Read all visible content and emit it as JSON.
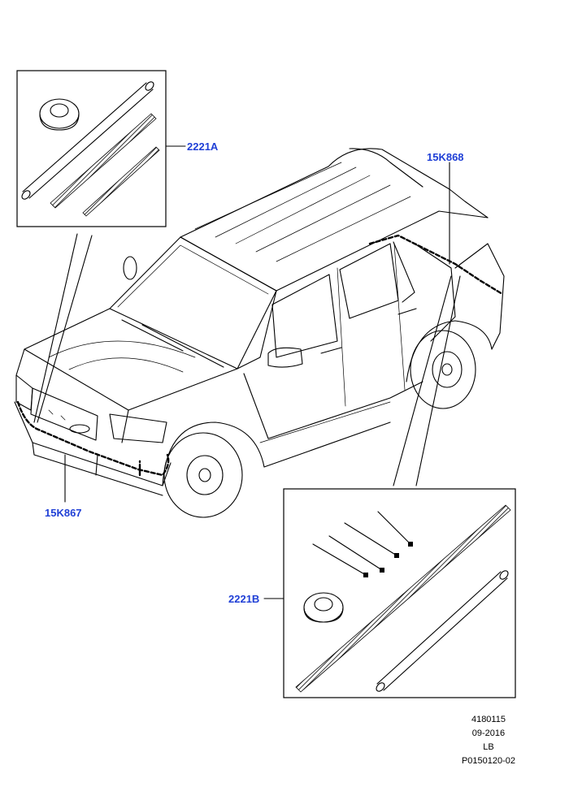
{
  "callouts": {
    "kit_a": {
      "label": "2221A",
      "color": "#1f3fd6"
    },
    "harness_rear": {
      "label": "15K868",
      "color": "#1f3fd6"
    },
    "harness_front": {
      "label": "15K867",
      "color": "#1f3fd6"
    },
    "kit_b": {
      "label": "2221B",
      "color": "#1f3fd6"
    }
  },
  "footer": {
    "code": "4180115",
    "date": "09-2016",
    "region": "LB",
    "illustration_id": "P0150120-02"
  }
}
